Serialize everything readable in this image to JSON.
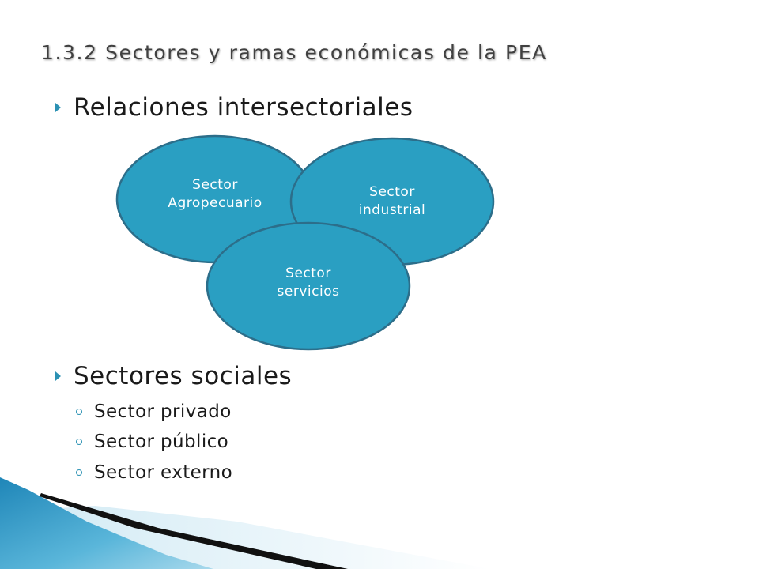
{
  "title": "1.3.2 Sectores y ramas económicas de la PEA",
  "bullets": [
    {
      "text": "Relaciones intersectoriales"
    },
    {
      "text": "Sectores sociales",
      "sub": [
        {
          "text": "Sector privado"
        },
        {
          "text": "Sector público"
        },
        {
          "text": "Sector externo"
        }
      ]
    }
  ],
  "diagram": {
    "circles": [
      {
        "line1": "Sector",
        "line2": "Agropecuario"
      },
      {
        "line1": "Sector",
        "line2": "industrial"
      },
      {
        "line1": "Sector",
        "line2": "servicios"
      }
    ]
  },
  "colors": {
    "circle_fill": "#2a9fc2",
    "circle_stroke": "#2c6e8a",
    "accent": "#2b91b3",
    "title_text": "#404040"
  }
}
